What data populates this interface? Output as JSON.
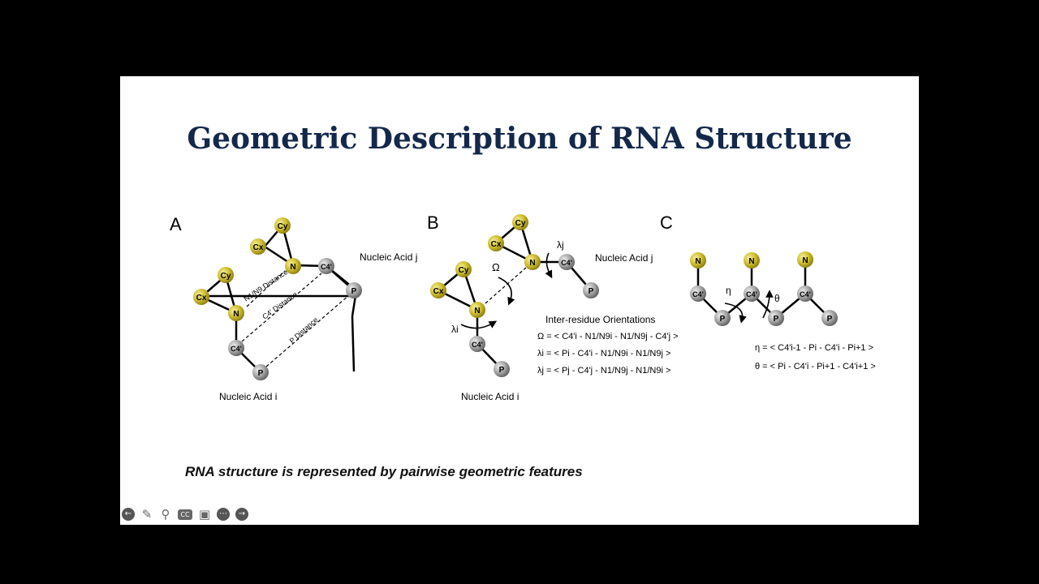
{
  "slide": {
    "title": "Geometric Description of RNA Structure",
    "caption": "RNA structure is represented by pairwise geometric features"
  },
  "panel_a": {
    "label": "A",
    "atoms": {
      "cy": "Cy",
      "cx": "Cx",
      "n": "N",
      "c4": "C4'",
      "p": "P"
    },
    "nucleic_acid_i": "Nucleic Acid i",
    "nucleic_acid_j": "Nucleic Acid j",
    "n_distance": "N1/N9 Distance",
    "c4_distance": "C4' Distance",
    "p_distance": "P Distance"
  },
  "panel_b": {
    "label": "B",
    "omega": "Ω",
    "lambda_i": "λi",
    "lambda_j": "λj",
    "nucleic_acid_i": "Nucleic Acid i",
    "nucleic_acid_j": "Nucleic Acid j",
    "orientations_title": "Inter-residue Orientations",
    "eq_omega": "Ω = < C4'i - N1/N9i - N1/N9j - C4'j >",
    "eq_lambda_i": "λi = < Pi - C4'i - N1/N9i - N1/N9j >",
    "eq_lambda_j": "λj = < Pj - C4'j - N1/N9j - N1/N9i >"
  },
  "panel_c": {
    "label": "C",
    "eta": "η",
    "theta": "θ",
    "eq_eta": "η = < C4'i-1 - Pi - C4'i - Pi+1 >",
    "eq_theta": "θ = < Pi - C4'i - Pi+1 - C4'i+1 >"
  },
  "colors": {
    "title": "#14284a",
    "base_atom": "#c9b82a",
    "backbone_atom": "#9a9a9a"
  },
  "controls": {
    "prev": "previous-icon",
    "pen": "pen-icon",
    "zoom": "zoom-icon",
    "cc": "CC",
    "video": "video-icon",
    "more": "more-icon",
    "next": "next-icon"
  }
}
